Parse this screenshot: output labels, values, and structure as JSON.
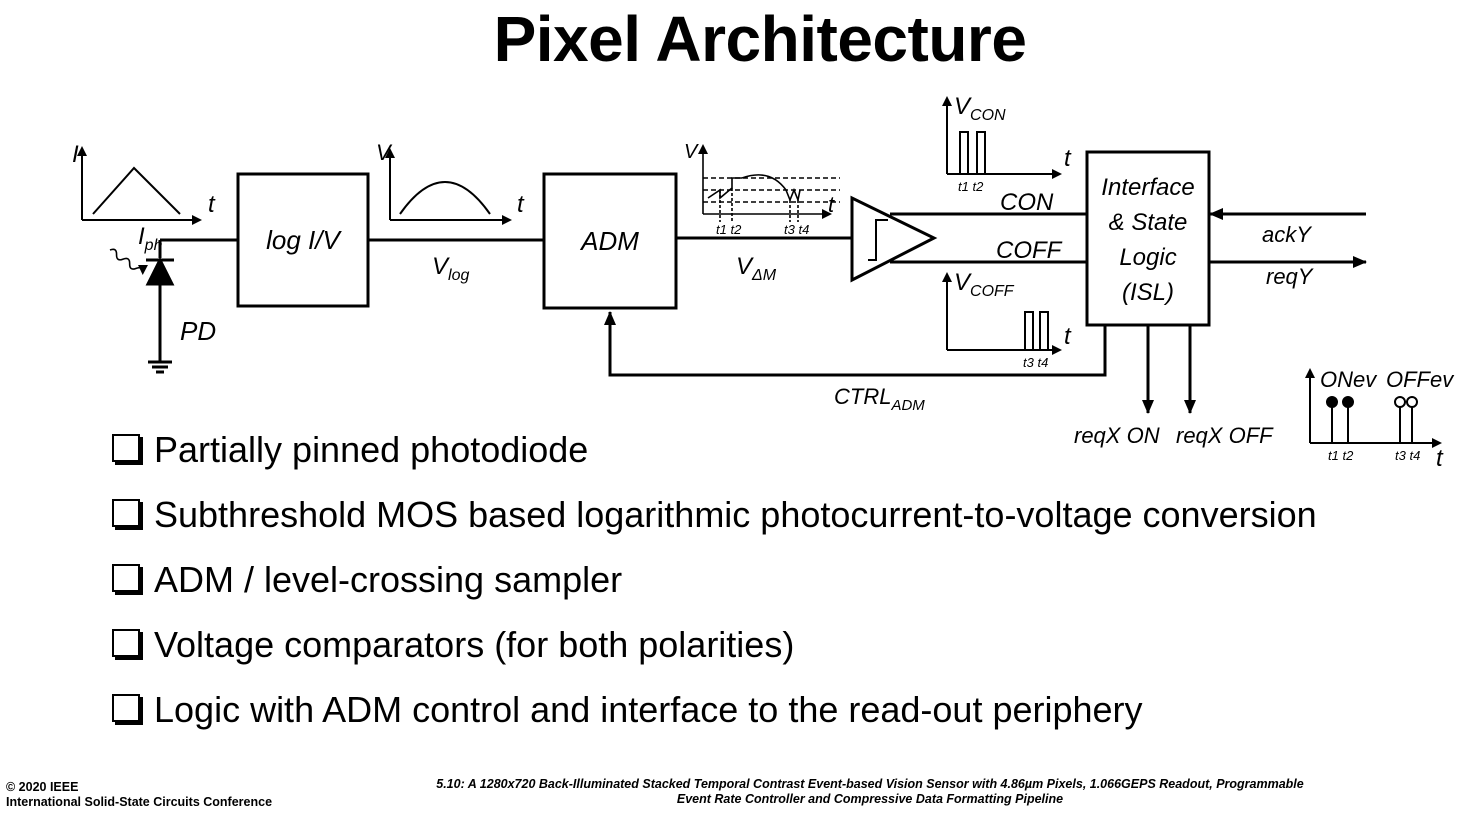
{
  "title": "Pixel Architecture",
  "diagram": {
    "input_waveform": {
      "y_axis": "I",
      "x_axis": "t"
    },
    "photocurrent": {
      "base": "I",
      "sub": "ph"
    },
    "photodiode_label": "PD",
    "log_block": "log I/V",
    "vlog_waveform": {
      "y_axis": "V",
      "x_axis": "t"
    },
    "vlog_label": {
      "base": "V",
      "sub": "log"
    },
    "adm_block": "ADM",
    "vdm_waveform": {
      "y_axis": "V",
      "x_axis": "t",
      "tick_t1t2": "t1 t2",
      "tick_t3t4": "t3 t4"
    },
    "vdm_label": {
      "base": "V",
      "sub": "ΔM"
    },
    "con_label": "CON",
    "coff_label": "COFF",
    "vcon_waveform": {
      "label_base": "V",
      "label_sub": "CON",
      "x_axis": "t",
      "ticks": "t1 t2"
    },
    "vcoff_waveform": {
      "label_base": "V",
      "label_sub": "COFF",
      "x_axis": "t",
      "ticks": "t3 t4"
    },
    "isl_block": [
      "Interface",
      "& State",
      "Logic",
      "(ISL)"
    ],
    "ack_y": "ackY",
    "req_y": "reqY",
    "reqx_on": "reqX ON",
    "reqx_off": "reqX OFF",
    "ctrl_label": {
      "base": "CTRL",
      "sub": "ADM"
    },
    "event_plot": {
      "on_label": "ONev",
      "off_label": "OFFev",
      "ticks_on": "t1 t2",
      "ticks_off": "t3 t4",
      "x_axis": "t"
    }
  },
  "bullets": [
    "Partially pinned photodiode",
    "Subthreshold MOS based logarithmic photocurrent-to-voltage conversion",
    "ADM / level-crossing sampler",
    "Voltage comparators (for both polarities)",
    "Logic with ADM control and interface to the read-out periphery"
  ],
  "footer": {
    "copyright": "© 2020 IEEE",
    "conference": "International Solid-State Circuits Conference",
    "paper_line1": "5.10: A 1280x720 Back-Illuminated Stacked Temporal Contrast Event-based Vision Sensor with 4.86µm Pixels, 1.066GEPS Readout, Programmable",
    "paper_line2": "Event Rate Controller and Compressive Data Formatting Pipeline"
  }
}
